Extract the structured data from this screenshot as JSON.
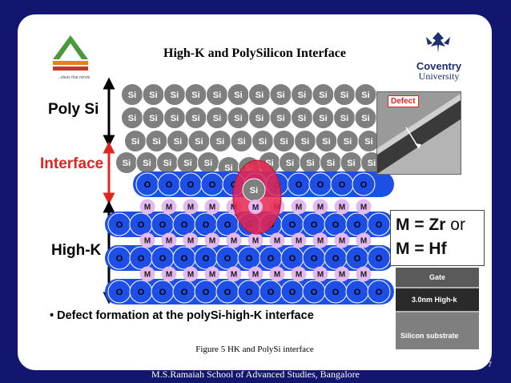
{
  "slide": {
    "title": "High-K and PolySilicon  Interface",
    "logo_left_caption": "...ideas that.minds",
    "logo_right_line1": "Coventry",
    "logo_right_line2": "University",
    "layers": {
      "poly_label": "Poly Si",
      "interface_label": "Interface",
      "highk_label": "High-K"
    },
    "atoms": {
      "si": "Si",
      "o": "O",
      "m": "M"
    },
    "defect_label": "Defect",
    "legend": {
      "line1_main": "M = Zr",
      "line1_or": " or",
      "line2": "M = Hf"
    },
    "tem": {
      "gate": "Gate",
      "highk": "3.0nm  High-k",
      "substrate": "Silicon substrate"
    },
    "bullet": "Defect formation at the polySi-high-K interface",
    "caption": "Figure 5 HK and PolySi interface",
    "page_number": "7"
  },
  "footer": "M.S.Ramaiah School of Advanced Studies, Bangalore",
  "colors": {
    "background": "#12166e",
    "si_atom": "#7f7f7f",
    "o_atom": "#1d4fe6",
    "m_atom": "#e4b8f0",
    "interface_red": "#e0261f",
    "defect_blob": "#e8254f"
  }
}
